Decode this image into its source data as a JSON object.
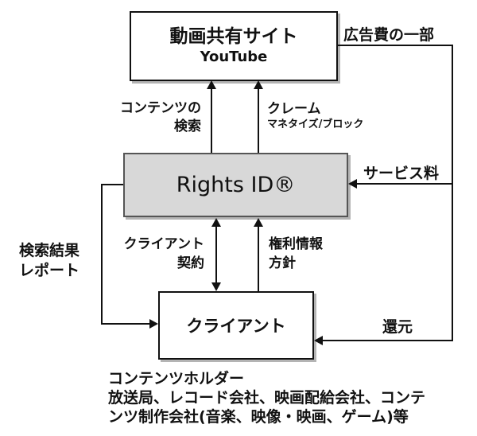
{
  "nodes": {
    "video_site": {
      "title": "動画共有サイト",
      "subtitle": "YouTube"
    },
    "rights_id": {
      "title": "Rights ID®"
    },
    "client": {
      "title": "クライアント"
    }
  },
  "edge_labels": {
    "ad_fee": "広告費の一部",
    "content_search": [
      "コンテンツの",
      "検索"
    ],
    "claim": [
      "クレーム",
      "マネタイズ/ブロック"
    ],
    "service_fee": "サービス料",
    "search_report": [
      "検索結果",
      "レポート"
    ],
    "client_contract": [
      "クライアント",
      "契約"
    ],
    "rights_policy": [
      "権利情報",
      "方針"
    ],
    "return": "還元"
  },
  "footnote": {
    "heading": "コンテンツホルダー",
    "line1": "放送局、レコード会社、映画配給会社、コンテ",
    "line2": "ンツ制作会社(音楽、映像・映画、ゲーム)等"
  },
  "colors": {
    "rights_box_fill": "#d8d8d8",
    "box_fill": "#ffffff",
    "line": "#111111"
  }
}
